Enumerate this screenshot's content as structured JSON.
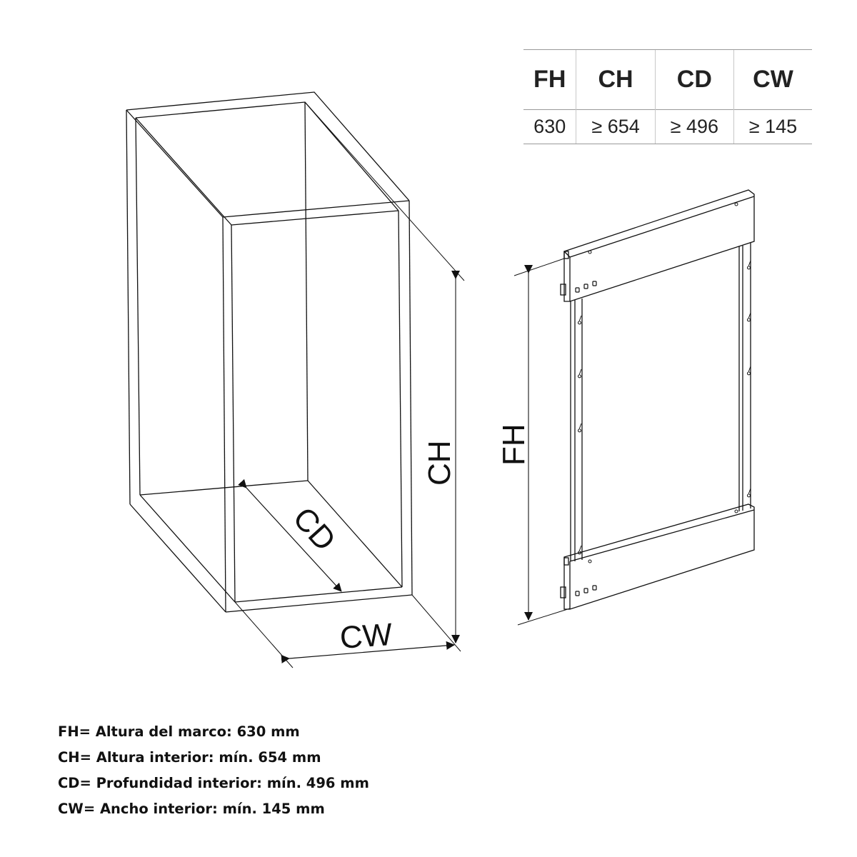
{
  "table": {
    "headers": [
      "FH",
      "CH",
      "CD",
      "CW"
    ],
    "values": [
      "630",
      "≥ 654",
      "≥ 496",
      "≥ 145"
    ]
  },
  "diagram": {
    "cabinet_labels": {
      "ch": "CH",
      "cd": "CD",
      "cw": "CW"
    },
    "frame_labels": {
      "fh": "FH"
    }
  },
  "legend": [
    "FH= Altura del marco: 630 mm",
    "CH= Altura interior: mín. 654 mm",
    "CD= Profundidad interior: mín. 496 mm",
    "CW= Ancho interior: mín. 145 mm"
  ],
  "colors": {
    "line": "#111111",
    "table_border": "#999999",
    "text": "#222222"
  }
}
